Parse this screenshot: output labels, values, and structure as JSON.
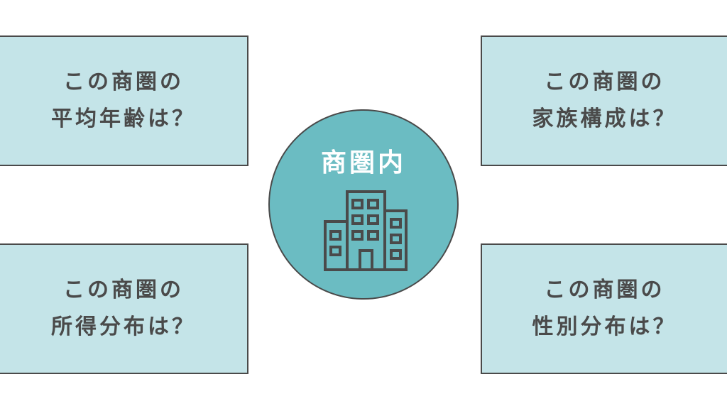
{
  "center": {
    "title": "商圏内",
    "icon": "office-building-icon"
  },
  "questions": [
    {
      "line1": "この商圏の",
      "line2": "平均年齢は？"
    },
    {
      "line1": "この商圏の",
      "line2": "家族構成は？"
    },
    {
      "line1": "この商圏の",
      "line2": "所得分布は？"
    },
    {
      "line1": "この商圏の",
      "line2": "性別分布は？"
    }
  ],
  "colors": {
    "box": "#c4e4e8",
    "circle": "#6bbcc2",
    "stroke": "#4a4a4a"
  }
}
